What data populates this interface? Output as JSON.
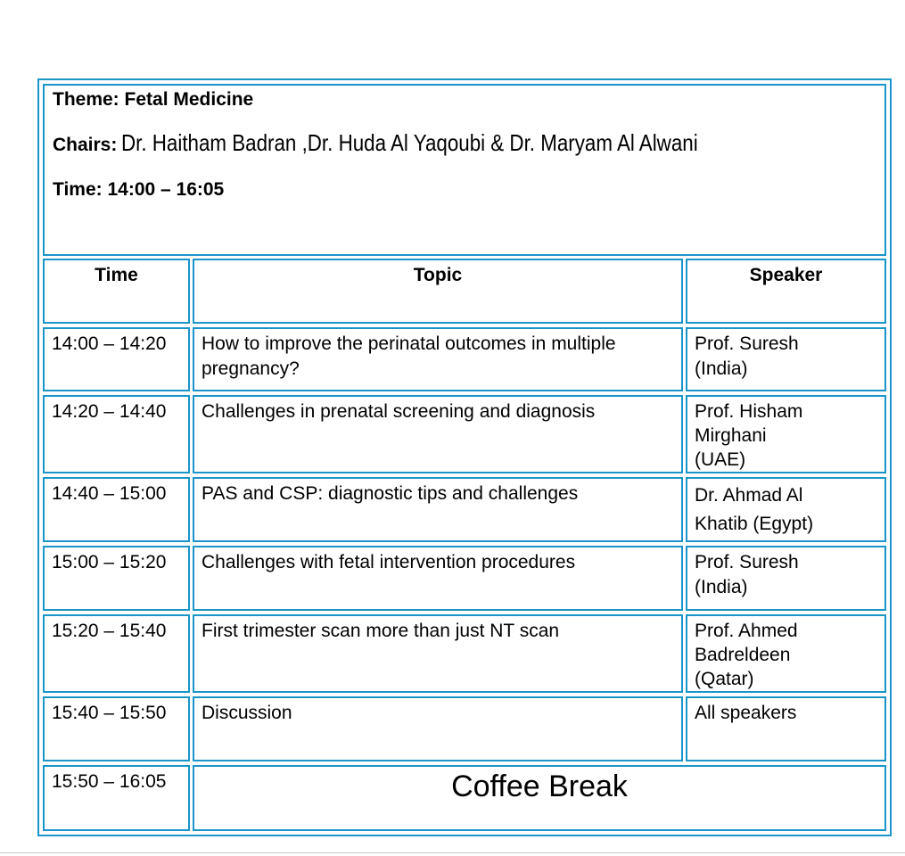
{
  "header": {
    "theme": "Theme: Fetal Medicine",
    "chairs_label": "Chairs:",
    "chairs_names": "Dr. Haitham Badran ,Dr. Huda Al Yaqoubi & Dr. Maryam Al Alwani",
    "time": "Time: 14:00 – 16:05"
  },
  "columns": {
    "time": "Time",
    "topic": "Topic",
    "speaker": "Speaker"
  },
  "rows": [
    {
      "time": "14:00 – 14:20",
      "topic": "How to improve the perinatal outcomes in multiple pregnancy?",
      "speaker": "Prof. Suresh\n(India)"
    },
    {
      "time": "14:20 – 14:40",
      "topic": "Challenges in prenatal screening and diagnosis",
      "speaker": "Prof. Hisham\nMirghani\n(UAE)"
    },
    {
      "time": "14:40 – 15:00",
      "topic": "PAS and CSP: diagnostic tips and challenges",
      "speaker": "Dr. Ahmad Al\nKhatib (Egypt)"
    },
    {
      "time": "15:00 – 15:20",
      "topic": "Challenges with fetal intervention procedures",
      "speaker": "Prof. Suresh\n(India)"
    },
    {
      "time": "15:20 – 15:40",
      "topic": "First trimester scan more than just NT scan",
      "speaker": "Prof. Ahmed\nBadreldeen\n(Qatar)"
    },
    {
      "time": "15:40 – 15:50",
      "topic": "Discussion",
      "speaker": "All speakers"
    }
  ],
  "break_row": {
    "time": "15:50 – 16:05",
    "label": "Coffee Break"
  },
  "colors": {
    "border": "#1b95c9",
    "background": "#ffffff",
    "text": "#000000"
  }
}
